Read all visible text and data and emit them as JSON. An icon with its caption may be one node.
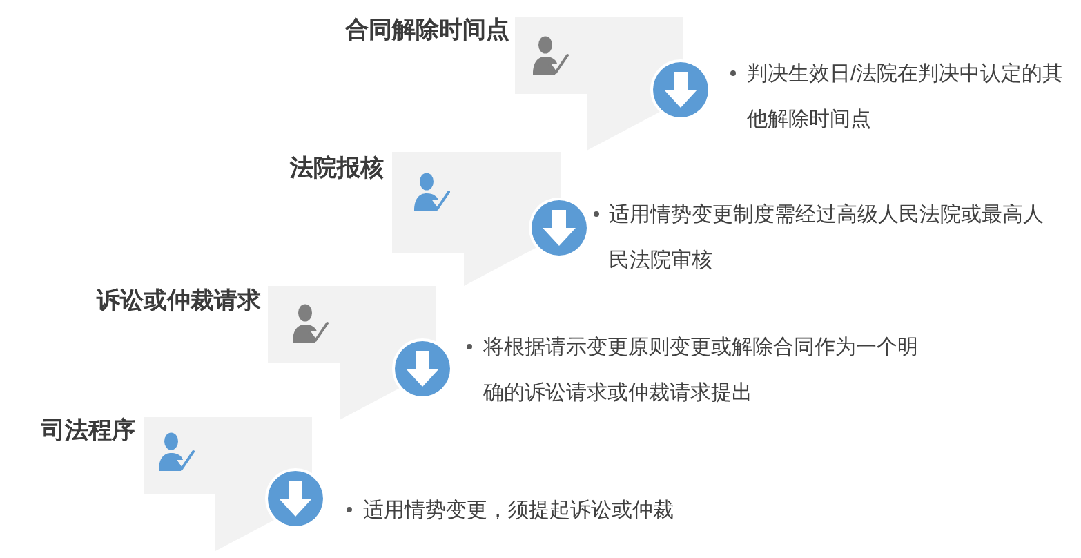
{
  "diagram": {
    "nodes": [
      {
        "text": [
          "合同解除时间点"
        ],
        "beside": [
          "判决生效日/法院在判决中认定的其他解除时间点"
        ]
      },
      {
        "text": [
          "法院报核"
        ],
        "beside": [
          "适用情势变更制度需经过高级人民法院或最高人民法院审核"
        ]
      },
      {
        "text": [
          "诉讼或仲裁请求"
        ],
        "beside": [
          "将根据请示变更原则变更或解除合同作为一个明确的诉讼请求或仲裁请求提出"
        ]
      },
      {
        "text": [
          "司法程序"
        ],
        "beside": [
          "适用情势变更，须提起诉讼或仲裁"
        ]
      }
    ]
  }
}
